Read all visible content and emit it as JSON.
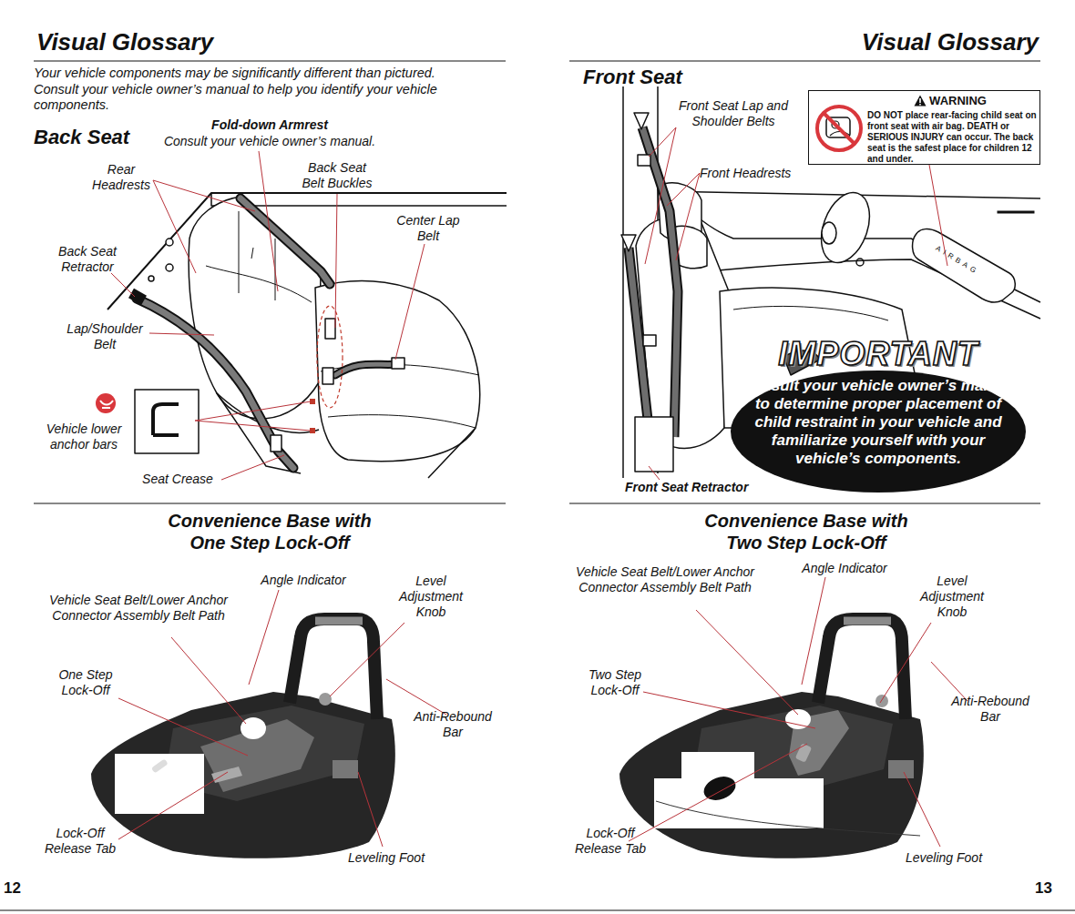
{
  "diagram": {
    "title": "Visual Glossary",
    "nodes": [
      {
        "text": [
          "WARNING",
          "DO NOT place rear-facing child seat on front seat with air bag. DEATH or SERIOUS INJURY can occur. The back seat is the safest place for children 12 and under."
        ]
      },
      {
        "text": [
          "IMPORTANT",
          "Consult your vehicle owner’s manual to determine proper placement of child restraint in your vehicle and familiarize yourself with your vehicle’s components."
        ]
      }
    ],
    "labels": [
      "Visual Glossary",
      "Your vehicle components may be significantly different than pictured. Consult your vehicle owner’s manual to help you identify your vehicle components.",
      "Back Seat",
      "Fold-down Armrest",
      "Consult your vehicle owner’s manual.",
      "Rear Headrests",
      "Back Seat Belt Buckles",
      "Center Lap Belt",
      "Back Seat Retractor",
      "Lap/Shoulder Belt",
      "Vehicle lower anchor bars",
      "Seat Crease",
      "Front Seat",
      "Front Seat Lap and Shoulder Belts",
      "Front Headrests",
      "AIRBAG",
      "Front Seat Retractor",
      "Convenience Base with One Step Lock-Off",
      "Vehicle Seat Belt/Lower Anchor Connector Assembly Belt Path",
      "Angle Indicator",
      "Level Adjustment Knob",
      "One Step Lock-Off",
      "Anti-Rebound Bar",
      "Lock-Off Release Tab",
      "Leveling Foot",
      "Convenience Base with Two Step Lock-Off",
      "Vehicle Seat Belt/Lower Anchor Connector Assembly Belt Path",
      "Angle Indicator",
      "Level Adjustment Knob",
      "Two Step Lock-Off",
      "Anti-Rebound Bar",
      "Lock-Off Release Tab",
      "Leveling Foot",
      "12",
      "13"
    ]
  }
}
